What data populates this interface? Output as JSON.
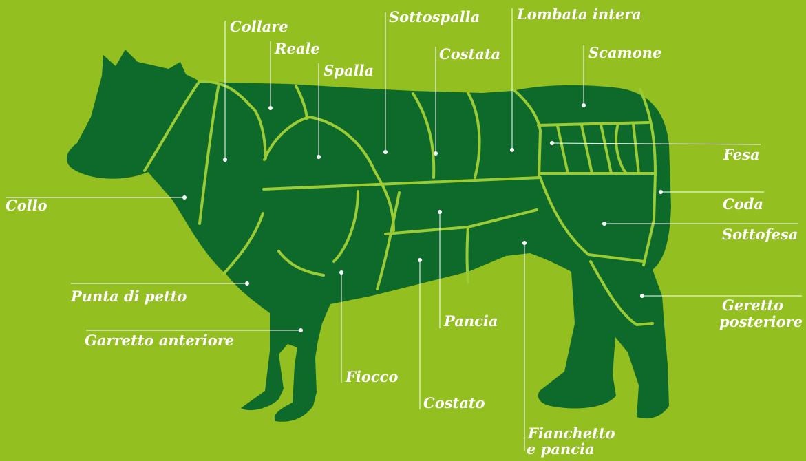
{
  "colors": {
    "background": "#93c020",
    "cow": "#0e6a2b",
    "cut_lines": "#9bcb35",
    "labels": "#ffffff"
  },
  "cuts": {
    "collare": "Collare",
    "reale": "Reale",
    "spalla": "Spalla",
    "sottospalla": "Sottospalla",
    "costata": "Costata",
    "lombata_intera": "Lombata intera",
    "scamone": "Scamone",
    "fesa": "Fesa",
    "coda": "Coda",
    "sottofesa": "Sottofesa",
    "geretto_posteriore_1": "Geretto",
    "geretto_posteriore_2": "posteriore",
    "collo": "Collo",
    "punta_di_petto": "Punta di petto",
    "garretto_anteriore": "Garretto anteriore",
    "fiocco": "Fiocco",
    "pancia": "Pancia",
    "costato": "Costato",
    "fianchetto_e_pancia_1": "Fianchetto",
    "fianchetto_e_pancia_2": "e pancia"
  }
}
